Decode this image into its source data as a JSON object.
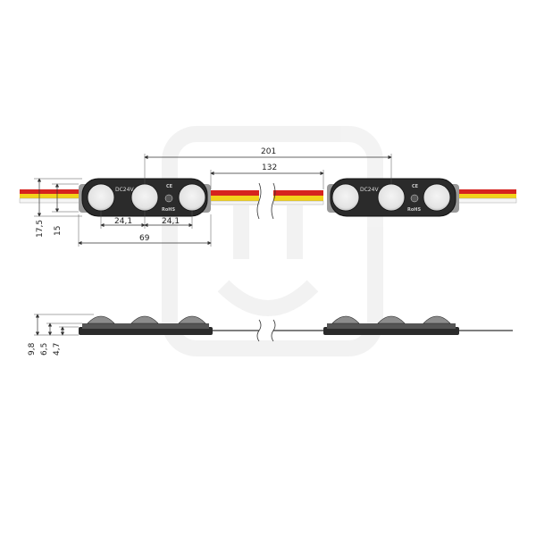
{
  "module": {
    "voltage": "DC24V",
    "rohs": "RoHS",
    "ce": "CE"
  },
  "dimensions": {
    "pitch": "201",
    "wire_length": "132",
    "lens_pitch_left": "24,1",
    "lens_pitch_right": "24,1",
    "module_length": "69",
    "width_total": "17,5",
    "width_body": "15",
    "height_total": "9,8",
    "height_lens": "6,5",
    "height_body": "4,7"
  },
  "colors": {
    "wire_red": "#d6231e",
    "wire_yellow": "#f2d21b",
    "wire_white": "#f5f5f5",
    "module_body": "#2b2b2b"
  }
}
